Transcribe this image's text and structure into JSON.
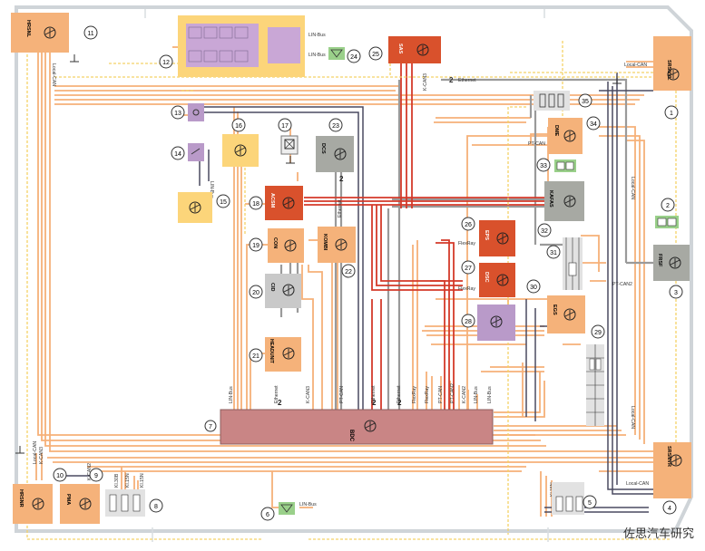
{
  "components": {
    "c1": {
      "num": "1",
      "name": "SRSNVL"
    },
    "c2": {
      "num": "2"
    },
    "c3": {
      "num": "3",
      "name": "FRSF"
    },
    "c4": {
      "num": "4",
      "name": "SRSNVR"
    },
    "c5": {
      "num": "5"
    },
    "c6": {
      "num": "6"
    },
    "c7": {
      "num": "7",
      "name": "BDC"
    },
    "c8": {
      "num": "8"
    },
    "c9": {
      "num": "9",
      "name": "PMA"
    },
    "c10": {
      "num": "10",
      "name": "HRSNR"
    },
    "c11": {
      "num": "11",
      "name": "HRSNL"
    },
    "c12": {
      "num": "12"
    },
    "c13": {
      "num": "13"
    },
    "c14": {
      "num": "14"
    },
    "c15": {
      "num": "15"
    },
    "c16": {
      "num": "16"
    },
    "c17": {
      "num": "17"
    },
    "c18": {
      "num": "18",
      "name": "ACSM"
    },
    "c19": {
      "num": "19",
      "name": "CON"
    },
    "c20": {
      "num": "20",
      "name": "CID"
    },
    "c21": {
      "num": "21",
      "name": "HEADUNIT"
    },
    "c22": {
      "num": "22",
      "name": "KOMBI"
    },
    "c23": {
      "num": "23",
      "name": "DCS"
    },
    "c24": {
      "num": "24"
    },
    "c25": {
      "num": "25",
      "name": "SAS"
    },
    "c26": {
      "num": "26",
      "name": "EPS"
    },
    "c27": {
      "num": "27",
      "name": "DSC"
    },
    "c28": {
      "num": "28"
    },
    "c29": {
      "num": "29"
    },
    "c30": {
      "num": "30",
      "name": "EGS"
    },
    "c31": {
      "num": "31"
    },
    "c32": {
      "num": "32",
      "name": "KAFAS"
    },
    "c33": {
      "num": "33"
    },
    "c34": {
      "num": "34",
      "name": "DME"
    },
    "c35": {
      "num": "35"
    }
  },
  "bus_labels": {
    "lin_bus": "LIN-Bus",
    "local_can": "Local-CAN",
    "k_can3": "K-CAN3",
    "k_can2": "K-CAN2",
    "ethernet": "Ethernet",
    "flexray": "FlexRay",
    "pt_can": "PT-CAN",
    "pt_can2": "PT-CAN2",
    "kl15n": "Kl.15N",
    "kl30b": "Kl.30B",
    "kl30f": "Kl.30F",
    "kl15": "Kl.15",
    "wire_count": "2"
  },
  "watermark": "佐思汽车研究",
  "colors": {
    "orange": "#f5b27a",
    "red": "#d9512c",
    "gray": "#a7a9a3",
    "purple": "#b99ac9",
    "yellow": "#fcd57a",
    "green": "#9ad08a",
    "bdc": "#c98585",
    "wire_orange": "#f6b078",
    "wire_gray": "#9a9a9a",
    "wire_red": "#d43a2a",
    "wire_dark": "#4a4a60",
    "wire_yellow": "#f4d267"
  }
}
